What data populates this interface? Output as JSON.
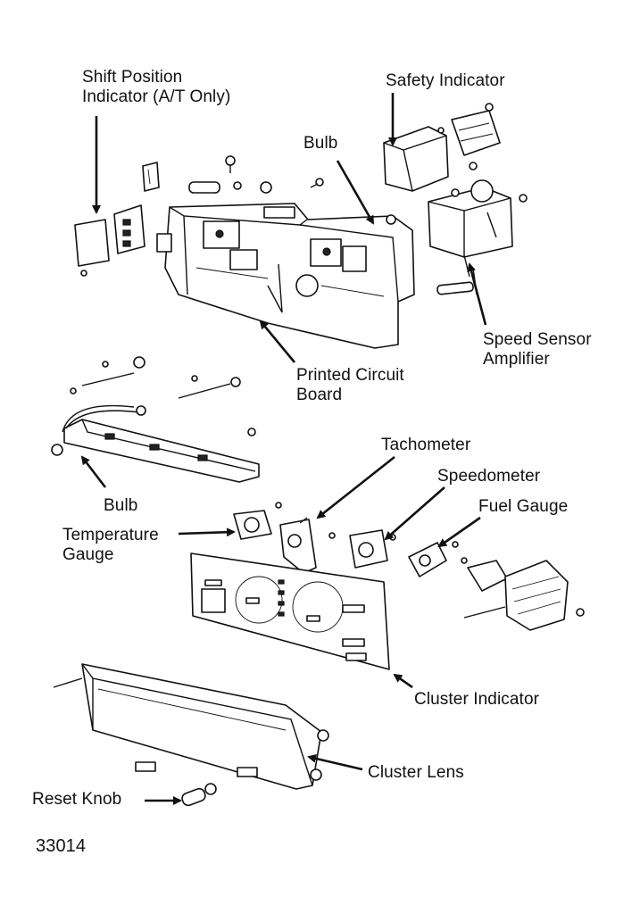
{
  "labels": {
    "shift_line1": "Shift Position",
    "shift_line2": "Indicator (A/T Only)",
    "safety": "Safety Indicator",
    "bulb_top": "Bulb",
    "speed_line1": "Speed Sensor",
    "speed_line2": "Amplifier",
    "pcb_line1": "Printed Circuit",
    "pcb_line2": "Board",
    "tachometer": "Tachometer",
    "speedometer": "Speedometer",
    "fuel": "Fuel Gauge",
    "bulb_left": "Bulb",
    "temp_line1": "Temperature",
    "temp_line2": "Gauge",
    "cluster_indicator": "Cluster Indicator",
    "cluster_lens": "Cluster Lens",
    "reset_knob": "Reset Knob",
    "figure_number": "33014"
  }
}
